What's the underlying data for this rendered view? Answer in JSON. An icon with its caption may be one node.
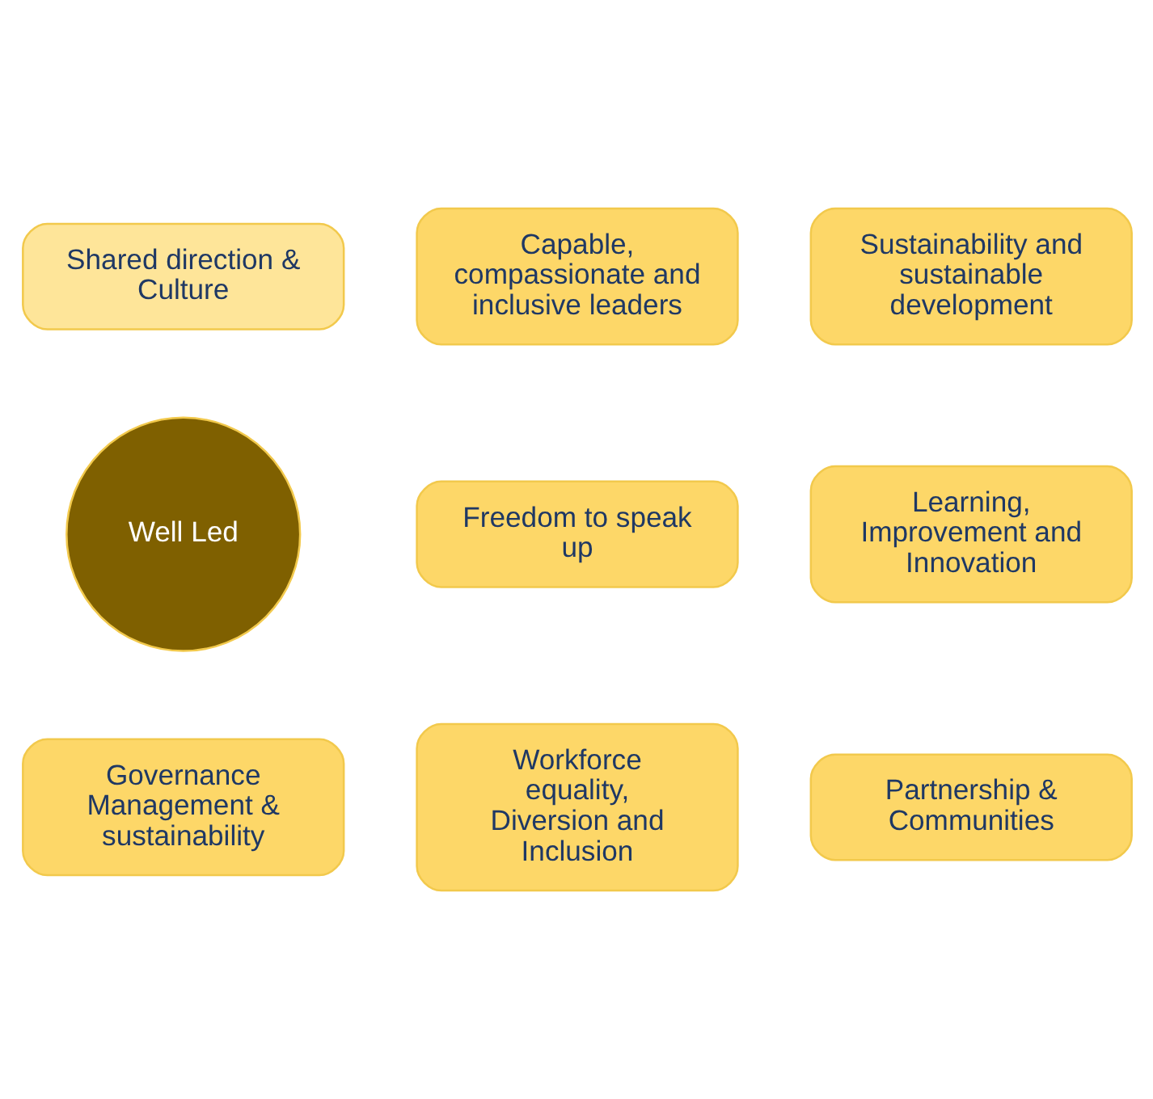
{
  "diagram": {
    "nodes": [
      {
        "text": [
          "Well Led"
        ]
      },
      {
        "text": [
          "Shared direction & Culture"
        ]
      },
      {
        "text": [
          "Capable, compassionate and inclusive leaders"
        ]
      },
      {
        "text": [
          "Freedom to speak up"
        ]
      },
      {
        "text": [
          "Workforce equality, Diversion and Inclusion"
        ]
      },
      {
        "text": [
          "Governance Management & sustainability"
        ]
      },
      {
        "text": [
          "Partnership & Communities"
        ]
      },
      {
        "text": [
          "Learning, Improvement and Innovation"
        ]
      },
      {
        "text": [
          "Sustainability and sustainable development"
        ]
      }
    ]
  }
}
